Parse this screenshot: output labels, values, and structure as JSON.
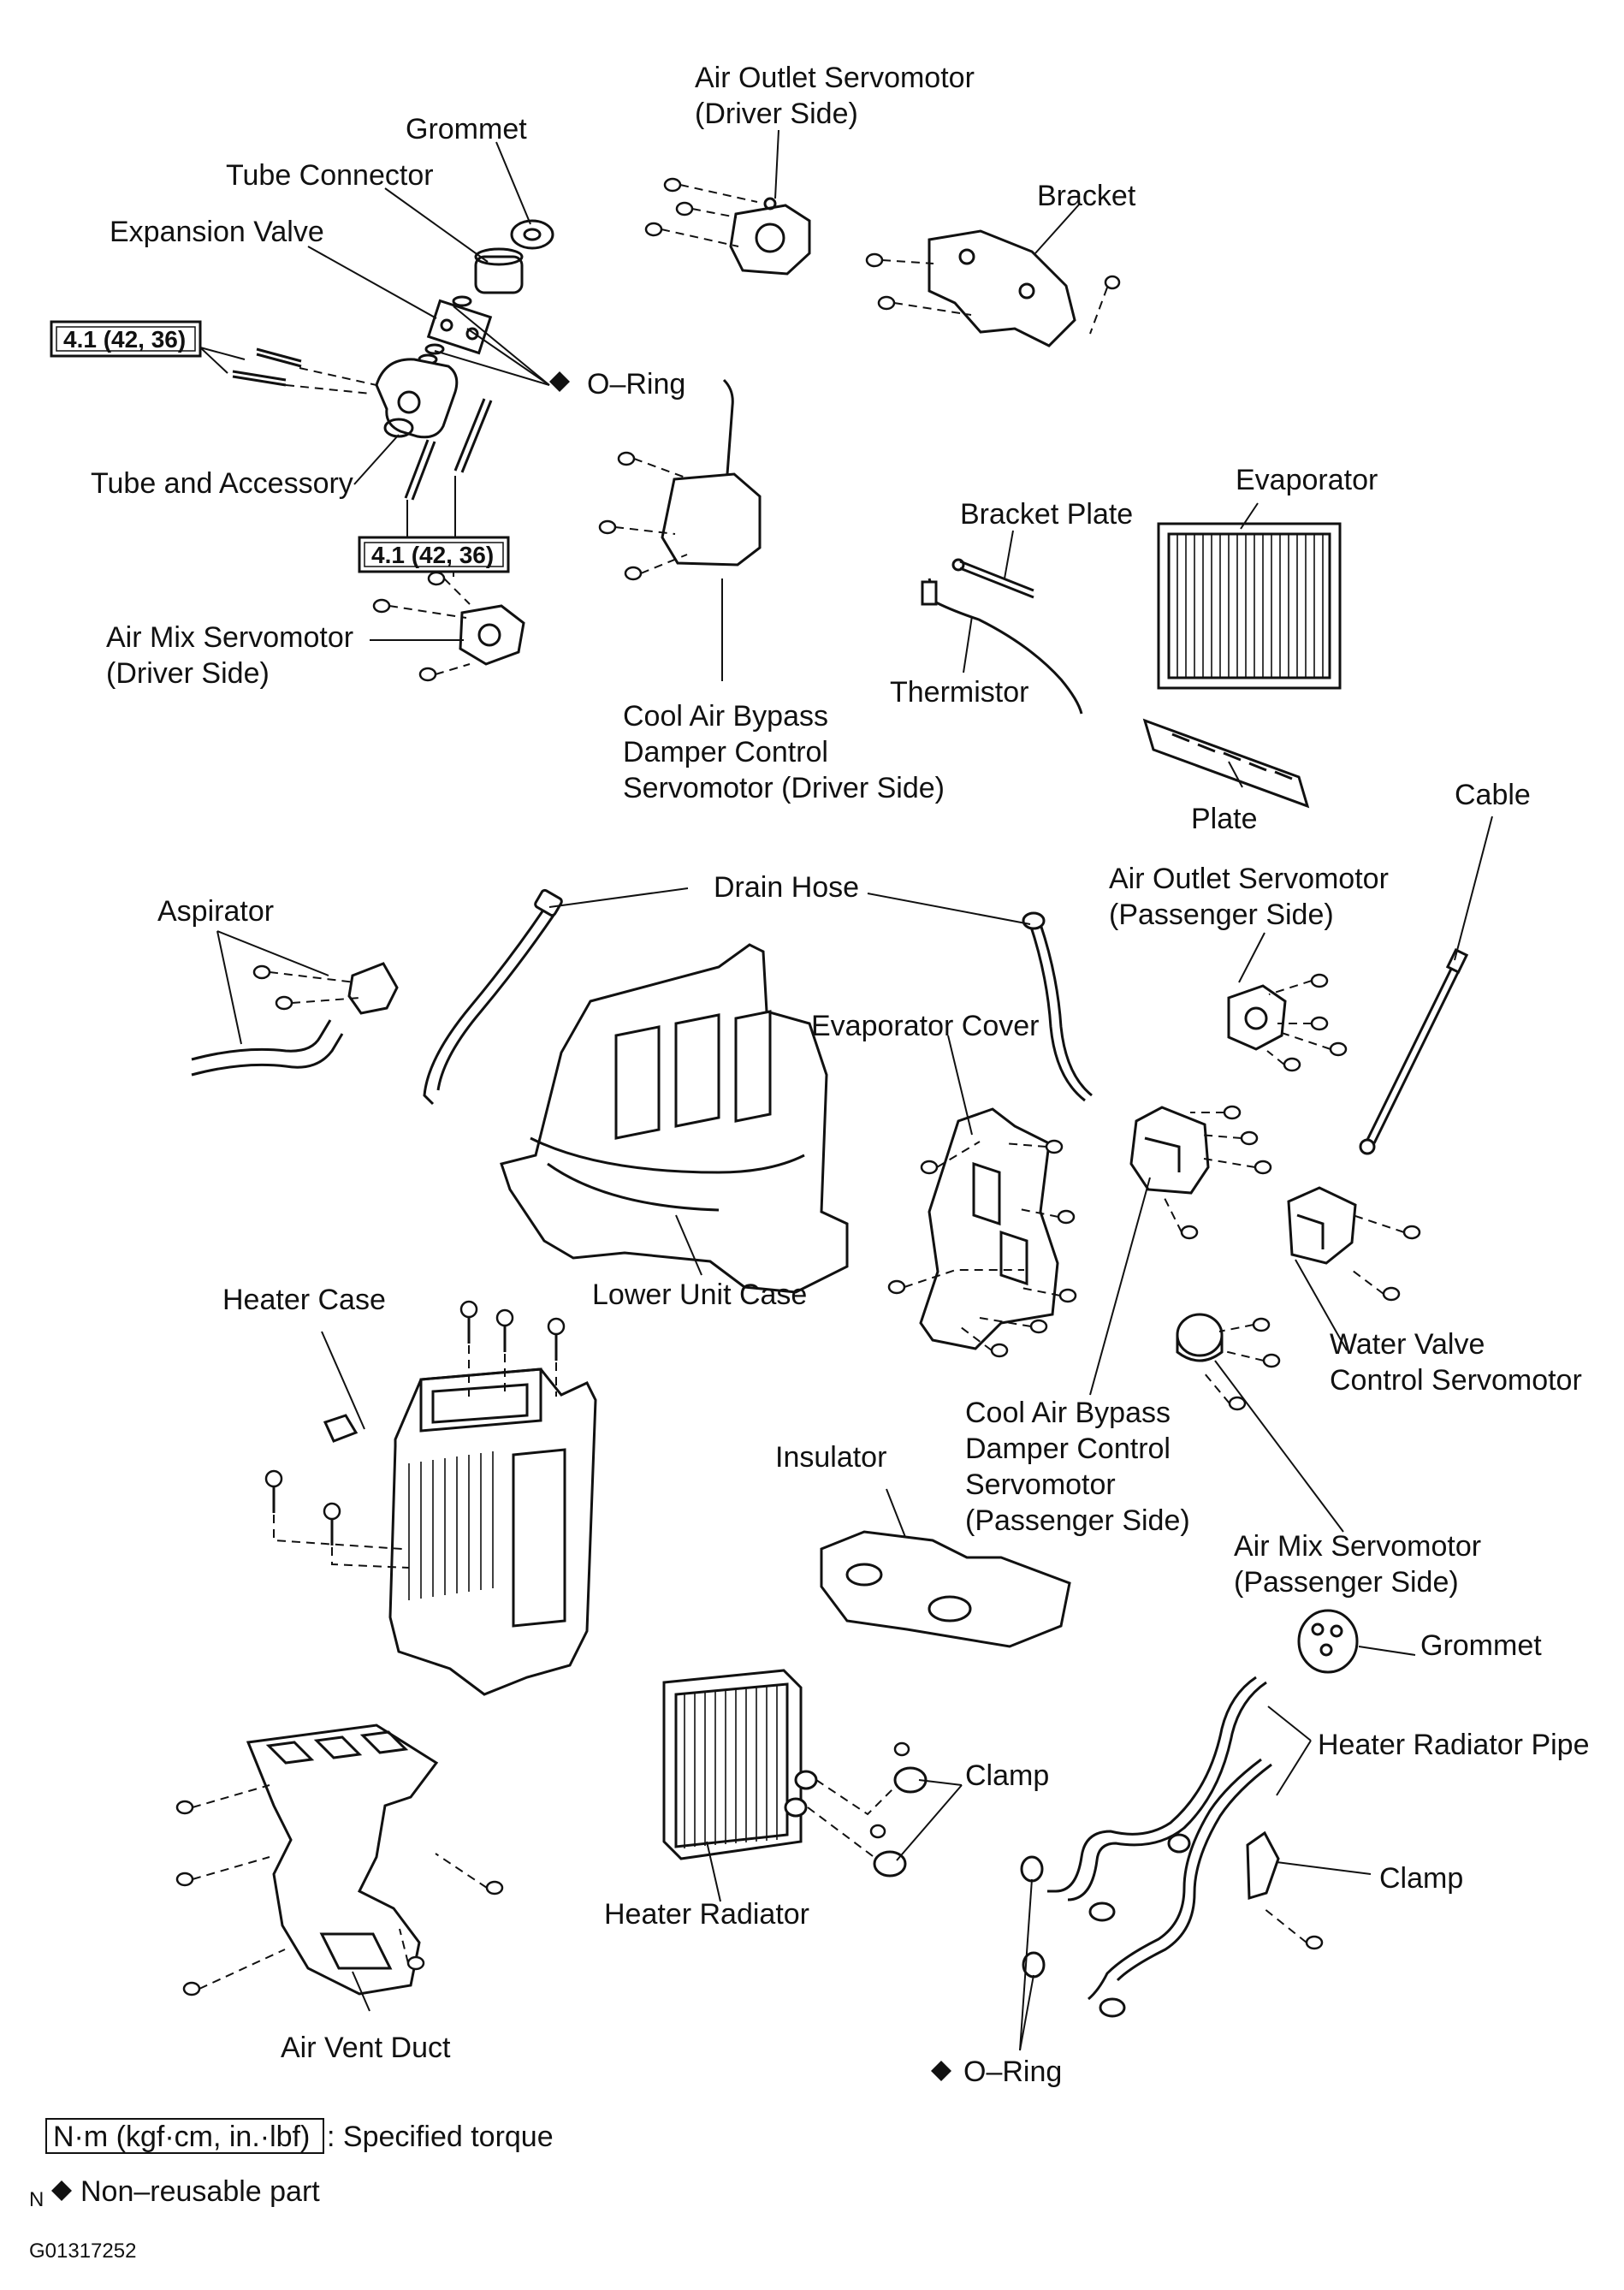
{
  "labels": {
    "grommet_top": "Grommet",
    "tube_connector": "Tube Connector",
    "expansion_valve": "Expansion Valve",
    "o_ring_top": "O–Ring",
    "tube_and_accessory": "Tube and Accessory",
    "air_mix_servo_driver_1": "Air Mix Servomotor",
    "air_mix_servo_driver_2": "(Driver Side)",
    "air_outlet_servo_driver_1": "Air Outlet Servomotor",
    "air_outlet_servo_driver_2": "(Driver Side)",
    "bracket": "Bracket",
    "cool_air_bypass_driver_1": "Cool Air Bypass",
    "cool_air_bypass_driver_2": "Damper Control",
    "cool_air_bypass_driver_3": "Servomotor (Driver Side)",
    "bracket_plate": "Bracket Plate",
    "thermistor": "Thermistor",
    "evaporator": "Evaporator",
    "plate": "Plate",
    "cable": "Cable",
    "aspirator": "Aspirator",
    "drain_hose": "Drain Hose",
    "air_outlet_servo_passenger_1": "Air  Outlet Servomotor",
    "air_outlet_servo_passenger_2": "(Passenger Side)",
    "evaporator_cover": "Evaporator Cover",
    "lower_unit_case": "Lower Unit Case",
    "heater_case": "Heater Case",
    "water_valve_1": "Water Valve",
    "water_valve_2": "Control Servomotor",
    "cool_air_bypass_passenger_1": "Cool Air Bypass",
    "cool_air_bypass_passenger_2": "Damper Control",
    "cool_air_bypass_passenger_3": "Servomotor",
    "cool_air_bypass_passenger_4": "(Passenger Side)",
    "insulator": "Insulator",
    "air_mix_servo_passenger_1": "Air Mix Servomotor",
    "air_mix_servo_passenger_2": "(Passenger Side)",
    "grommet_bottom": "Grommet",
    "heater_radiator_pipe": "Heater Radiator Pipe",
    "clamp_right": "Clamp",
    "clamp_mid": "Clamp",
    "heater_radiator": "Heater Radiator",
    "air_vent_duct": "Air Vent Duct",
    "o_ring_bottom": "O–Ring"
  },
  "torque_specs": {
    "spec_1": "4.1 (42, 36)",
    "spec_2": "4.1 (42, 36)"
  },
  "legend": {
    "torque_unit": "N·m (kgf·cm, in.·lbf)",
    "torque_desc": ": Specified torque",
    "nonreusable_prefix": "N",
    "nonreusable_desc": "Non–reusable part"
  },
  "figure_code": "G01317252"
}
